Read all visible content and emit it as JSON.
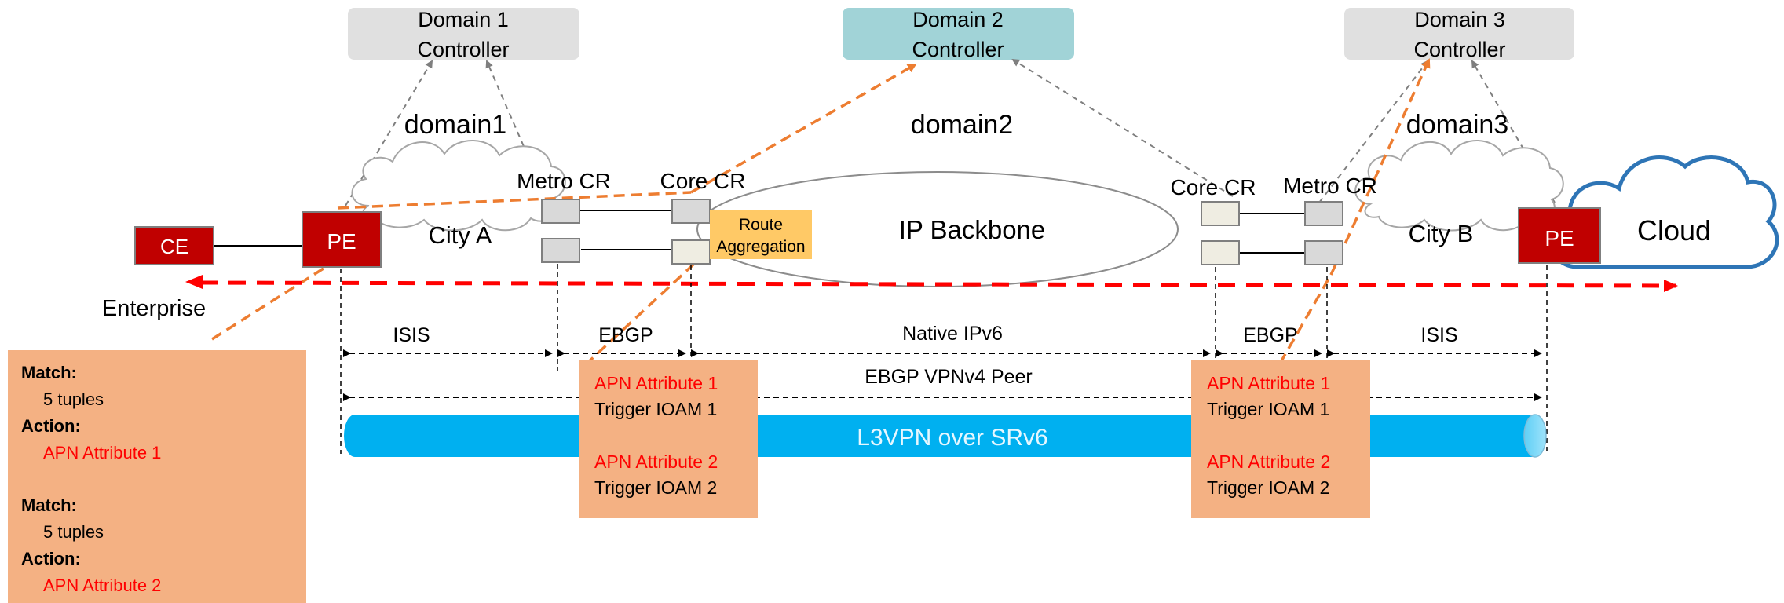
{
  "controllers": {
    "domain1": {
      "line1": "Domain 1",
      "line2": "Controller",
      "color": "#e0e0e0"
    },
    "domain2": {
      "line1": "Domain 2",
      "line2": "Controller",
      "color": "#a1d3d7"
    },
    "domain3": {
      "line1": "Domain 3",
      "line2": "Controller",
      "color": "#e0e0e0"
    }
  },
  "domains": {
    "d1": "domain1",
    "d2": "domain2",
    "d3": "domain3"
  },
  "devices": {
    "ce": "CE",
    "pe_left": "PE",
    "pe_right": "PE",
    "pe_color": "#c00000"
  },
  "clouds": {
    "city_a": "City A",
    "city_b": "City B",
    "cloud": "Cloud"
  },
  "router_labels": {
    "metro_cr_left": "Metro CR",
    "core_cr_left": "Core CR",
    "core_cr_right": "Core CR",
    "metro_cr_right": "Metro CR"
  },
  "backbone": "IP Backbone",
  "route_aggregation": {
    "line1": "Route",
    "line2": "Aggregation",
    "color": "#ffc966"
  },
  "enterprise": "Enterprise",
  "spans": {
    "isis_left": "ISIS",
    "ebgp_left": "EBGP",
    "native_ipv6": "Native IPv6",
    "ebgp_right": "EBGP",
    "isis_right": "ISIS",
    "ebgp_vpnv4": "EBGP VPNv4 Peer"
  },
  "tunnel": {
    "label": "L3VPN over SRv6",
    "color": "#00b0f0"
  },
  "policy_box": {
    "color": "#f4b183",
    "match1": "Match:",
    "tuples1": "5 tuples",
    "action1": "Action:",
    "attr1": "APN Attribute 1",
    "match2": "Match:",
    "tuples2": "5 tuples",
    "action2": "Action:",
    "attr2": "APN Attribute 2"
  },
  "apn_box_left": {
    "attr1": "APN Attribute 1",
    "trigger1": "Trigger IOAM 1",
    "attr2": "APN Attribute 2",
    "trigger2": "Trigger IOAM 2"
  },
  "apn_box_right": {
    "attr1": "APN Attribute 1",
    "trigger1": "Trigger IOAM 1",
    "attr2": "APN Attribute 2",
    "trigger2": "Trigger IOAM 2"
  }
}
